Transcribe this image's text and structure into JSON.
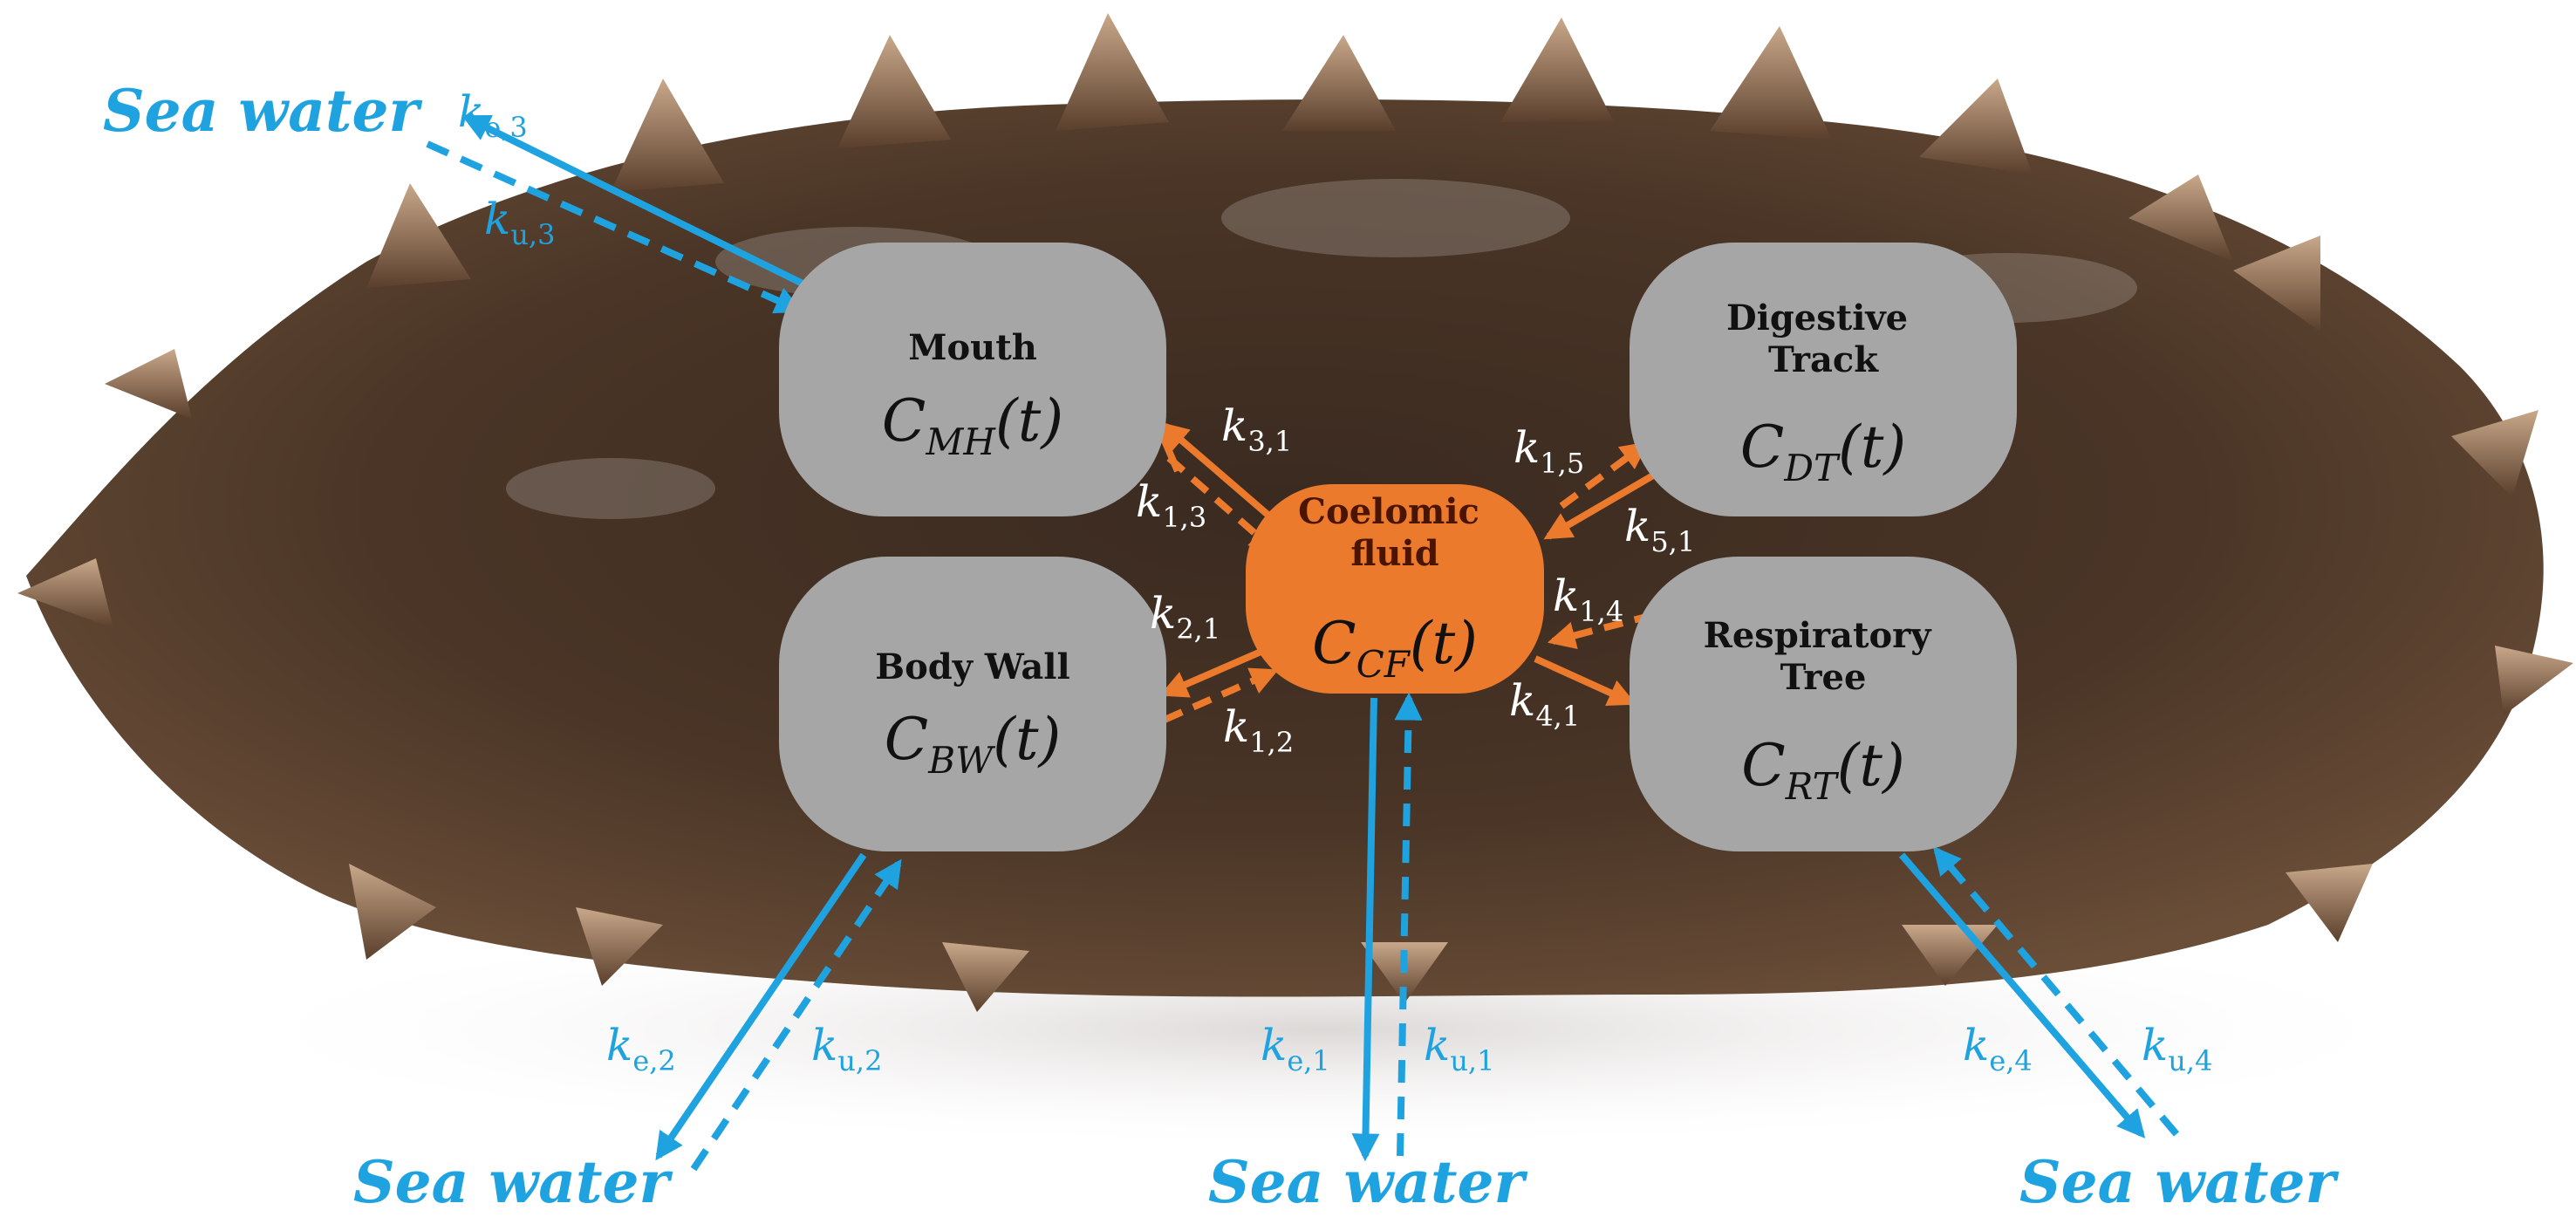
{
  "compartments": {
    "mouth": {
      "title_lines": [
        "Mouth"
      ],
      "symbol": "C",
      "subscript": "MH",
      "arg": "(t)"
    },
    "digestive": {
      "title_lines": [
        "Digestive",
        "Track"
      ],
      "symbol": "C",
      "subscript": "DT",
      "arg": "(t)"
    },
    "body_wall": {
      "title_lines": [
        "Body Wall"
      ],
      "symbol": "C",
      "subscript": "BW",
      "arg": "(t)"
    },
    "respiratory": {
      "title_lines": [
        "Respiratory",
        "Tree"
      ],
      "symbol": "C",
      "subscript": "RT",
      "arg": "(t)"
    },
    "coelomic": {
      "title_lines": [
        "Coelomic",
        "fluid"
      ],
      "symbol": "C",
      "subscript": "CF",
      "arg": "(t)"
    }
  },
  "sea_water_label": "Sea water",
  "rate_constants": {
    "k31": {
      "base": "k",
      "sub": "3,1"
    },
    "k13": {
      "base": "k",
      "sub": "1,3"
    },
    "k21": {
      "base": "k",
      "sub": "2,1"
    },
    "k12": {
      "base": "k",
      "sub": "1,2"
    },
    "k15": {
      "base": "k",
      "sub": "1,5"
    },
    "k51": {
      "base": "k",
      "sub": "5,1"
    },
    "k14": {
      "base": "k",
      "sub": "1,4"
    },
    "k41": {
      "base": "k",
      "sub": "4,1"
    },
    "ke3": {
      "base": "k",
      "sub": "e,3"
    },
    "ku3": {
      "base": "k",
      "sub": "u,3"
    },
    "ke2": {
      "base": "k",
      "sub": "e,2"
    },
    "ku2": {
      "base": "k",
      "sub": "u,2"
    },
    "ke1": {
      "base": "k",
      "sub": "e,1"
    },
    "ku1": {
      "base": "k",
      "sub": "u,1"
    },
    "ke4": {
      "base": "k",
      "sub": "e,4"
    },
    "ku4": {
      "base": "k",
      "sub": "u,4"
    }
  },
  "colors": {
    "compartment_fill": "#a6a6a6",
    "central_fill": "#ec7a2c",
    "internal_arrow": "#ec7a2c",
    "water_arrow": "#1fa3e0",
    "body": "#4a3526",
    "spine": "#7a5840"
  }
}
